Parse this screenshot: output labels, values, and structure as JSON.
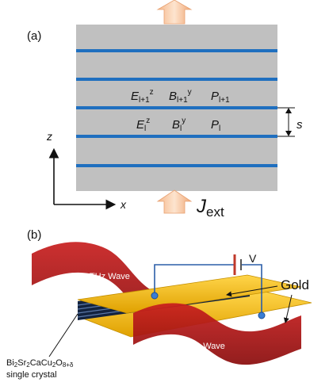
{
  "panel_a": {
    "label": "(a)",
    "upper_row": [
      {
        "base": "E",
        "sub": "l+1",
        "sup": "z"
      },
      {
        "base": "B",
        "sub": "l+1",
        "sup": "y"
      },
      {
        "base": "P",
        "sub": "l+1",
        "sup": ""
      }
    ],
    "lower_row": [
      {
        "base": "E",
        "sub": "l",
        "sup": "z"
      },
      {
        "base": "B",
        "sub": "l",
        "sup": "y"
      },
      {
        "base": "P",
        "sub": "l",
        "sup": ""
      }
    ],
    "spacing_label": "s",
    "axis_z": "z",
    "axis_x": "x",
    "current_base": "J",
    "current_sub": "ext"
  },
  "panel_b": {
    "label": "(b)",
    "voltage_label": "V",
    "wave_top_label": "THz Wave",
    "wave_bottom_label": "THz Wave",
    "gold_label": "Gold",
    "crystal_formula": {
      "parts": [
        "Bi",
        "2",
        "Sr",
        "2",
        "CaCu",
        "2",
        "O",
        "8+δ"
      ]
    },
    "crystal_caption": "single crystal"
  },
  "colors": {
    "slab": "#c0c0c0",
    "planes": "#1f6fbf",
    "arrow": "#f7c9a4",
    "gold": "#f2b619",
    "wave": "#b31414",
    "wire": "#2b5ea8"
  }
}
